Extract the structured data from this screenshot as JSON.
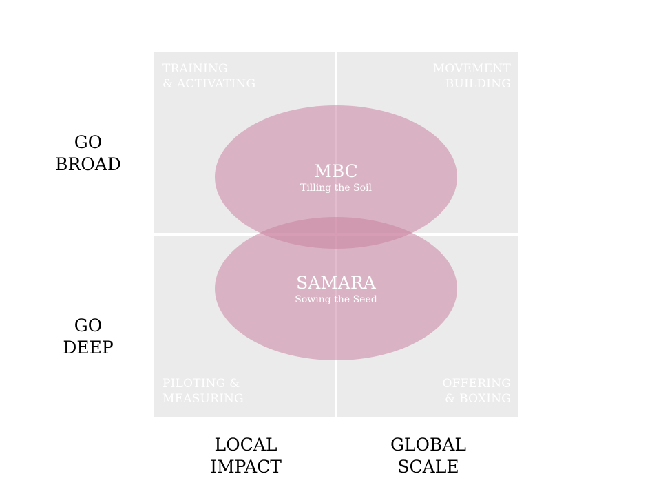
{
  "quadrants": {
    "top_left": "TRAINING\n& ACTIVATING",
    "top_right": "MOVEMENT\nBUILDING",
    "bottom_left": "PILOTING &\nMEASURING",
    "bottom_right": "OFFERING\n& BOXING"
  },
  "ellipses": {
    "top": {
      "title": "MBC",
      "subtitle": "Tilling the Soil"
    },
    "bottom": {
      "title": "SAMARA",
      "subtitle": "Sowing the Seed"
    }
  },
  "axes": {
    "top_row": "GO\nBROAD",
    "bottom_row": "GO\nDEEP",
    "left_column": "LOCAL\nIMPACT",
    "right_column": "GLOBAL\nSCALE"
  },
  "colors": {
    "quadrant_fill": "#ebebeb",
    "ellipse_fill": "#c9819f",
    "label_text": "#ffffff",
    "axis_text": "#000000"
  }
}
